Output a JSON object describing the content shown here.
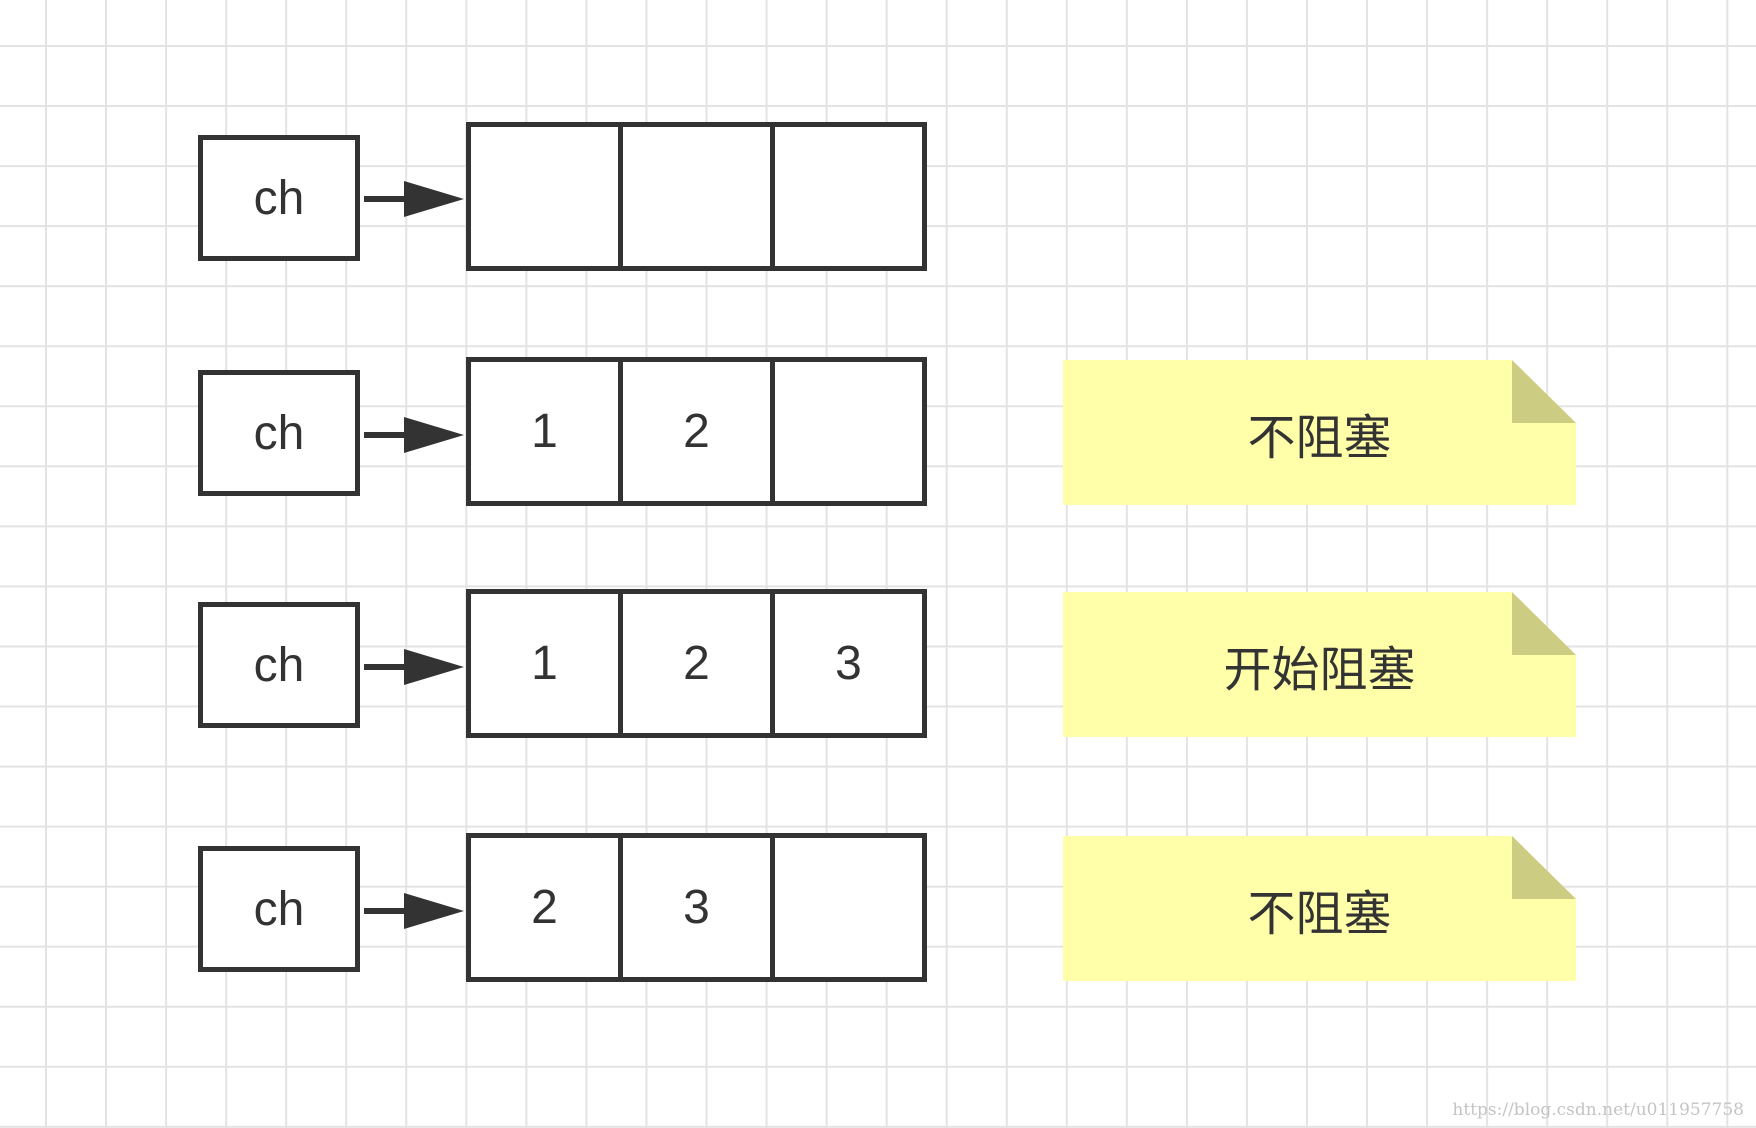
{
  "rows": [
    {
      "pointer": "ch",
      "cells": [
        "",
        "",
        ""
      ],
      "note": null
    },
    {
      "pointer": "ch",
      "cells": [
        "1",
        "2",
        ""
      ],
      "note": "不阻塞"
    },
    {
      "pointer": "ch",
      "cells": [
        "1",
        "2",
        "3"
      ],
      "note": "开始阻塞"
    },
    {
      "pointer": "ch",
      "cells": [
        "2",
        "3",
        ""
      ],
      "note": "不阻塞"
    }
  ],
  "watermark": "https://blog.csdn.net/u011957758",
  "colors": {
    "background": "#ffffff",
    "grid": "#e3e3e3",
    "stroke": "#333333",
    "note_fill": "#ffffaa",
    "note_fold": "#cccc82"
  }
}
